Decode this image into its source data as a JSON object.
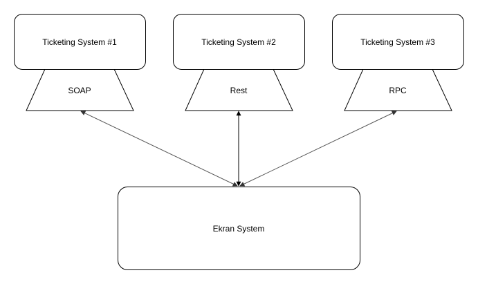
{
  "systems": [
    {
      "name": "Ticketing System #1",
      "protocol": "SOAP"
    },
    {
      "name": "Ticketing System #2",
      "protocol": "Rest"
    },
    {
      "name": "Ticketing System #3",
      "protocol": "RPC"
    }
  ],
  "hub": {
    "name": "Ekran System"
  },
  "colors": {
    "stroke": "#000000",
    "connector": "#555555",
    "fill": "#ffffff",
    "text": "#000000"
  }
}
